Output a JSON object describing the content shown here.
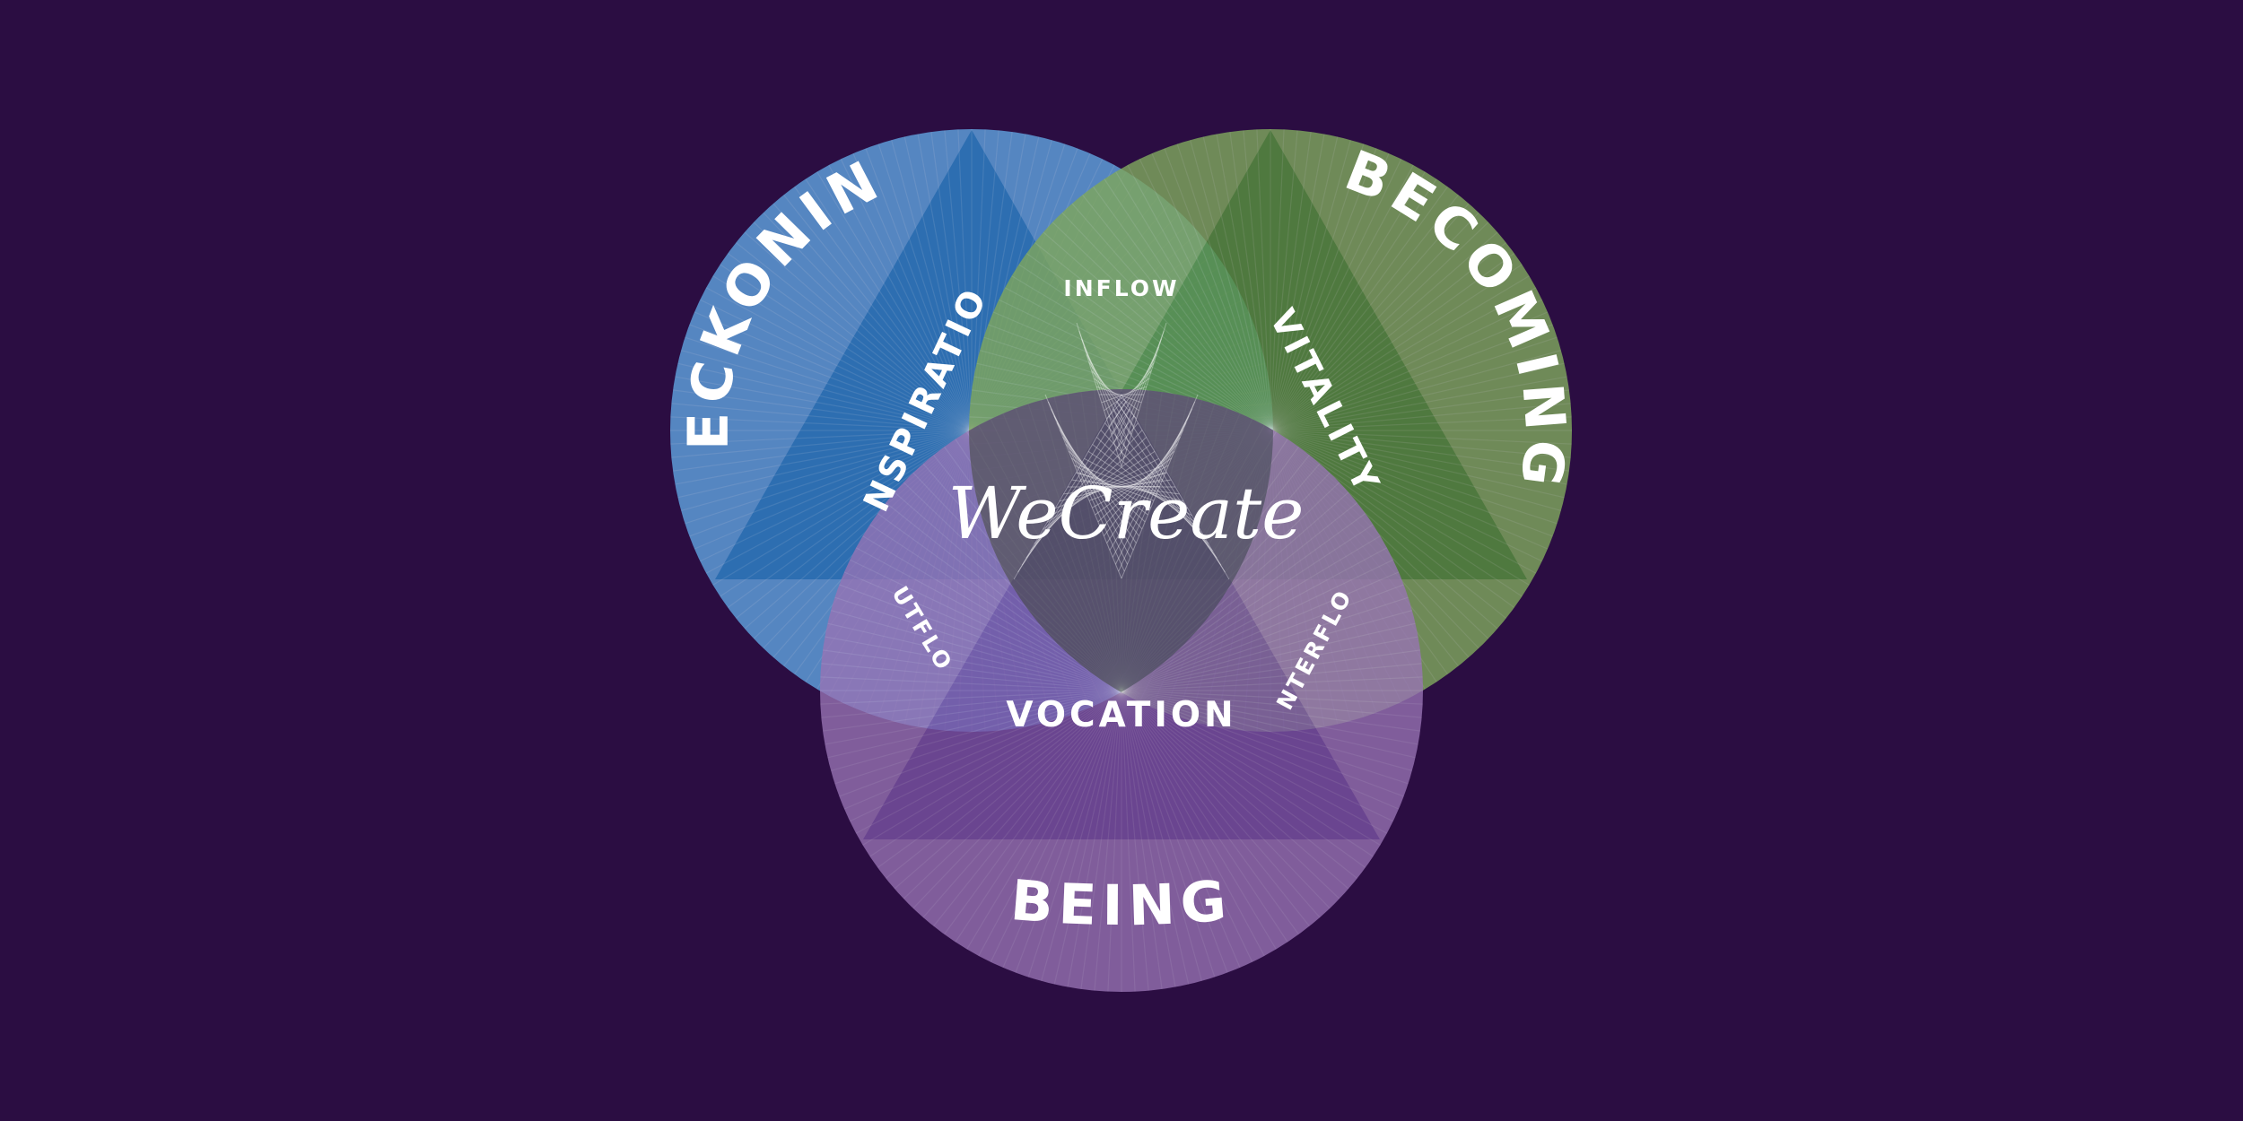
{
  "diagram": {
    "center_title": "WeCreate",
    "outer_labels": {
      "beckoning": "BECKONING",
      "becoming": "BECOMING",
      "being": "BEING"
    },
    "inner_labels": {
      "inspiration": "INSPIRATION",
      "vitality": "VITALITY",
      "vocation": "VOCATION"
    },
    "flow_labels": {
      "inflow": "INFLOW",
      "outflow": "OUTFLOW",
      "interflow": "INTERFLOW"
    },
    "colors": {
      "background": "#2b0d42",
      "beckoning_circle": "#5d9ad6",
      "beckoning_triangle": "#2e7fc4",
      "becoming_circle": "#7ea65e",
      "becoming_triangle": "#58913f",
      "being_circle": "#9874b5",
      "being_triangle": "#7c55a6",
      "text": "#ffffff"
    }
  }
}
